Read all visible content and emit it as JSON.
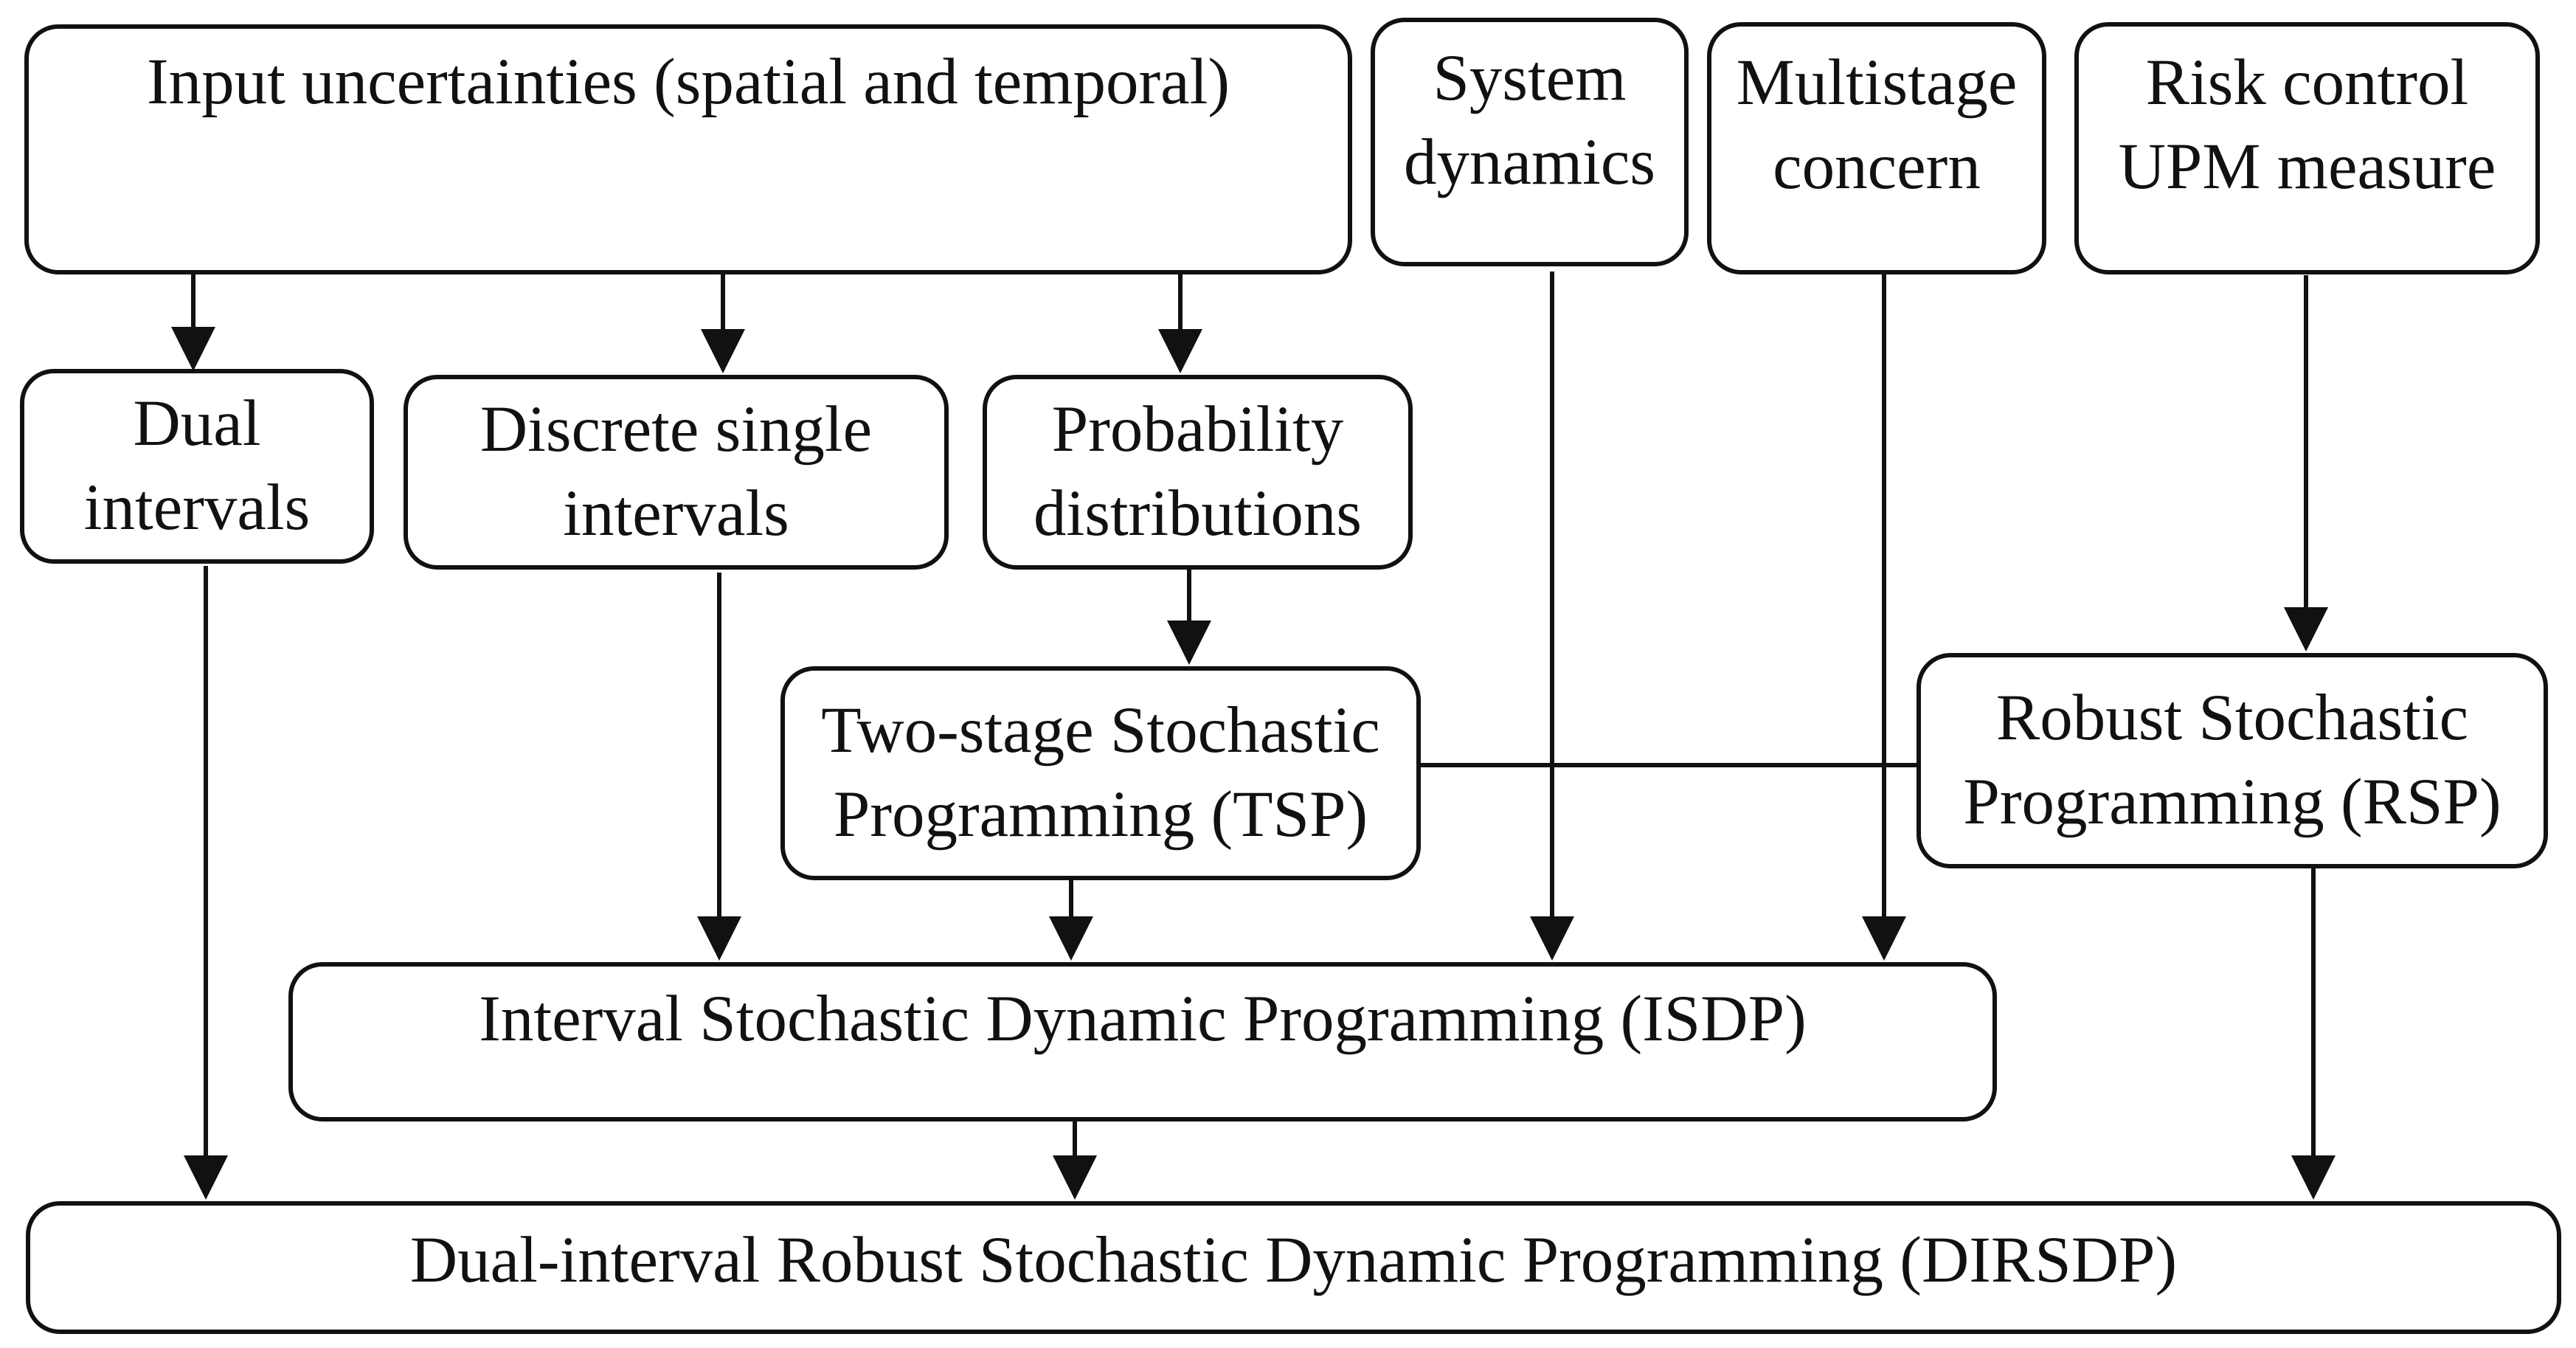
{
  "diagram": {
    "nodes": {
      "input": "Input uncertainties (spatial and temporal)",
      "system": "System\ndynamics",
      "multistage": "Multistage\nconcern",
      "risk": "Risk control\nUPM measure",
      "dual": "Dual\nintervals",
      "discrete": "Discrete single\nintervals",
      "prob": "Probability\ndistributions",
      "tsp": "Two-stage  Stochastic\nProgramming (TSP)",
      "rsp": "Robust Stochastic\nProgramming (RSP)",
      "isdp": "Interval Stochastic Dynamic Programming (ISDP)",
      "dirsdp": "Dual-interval Robust Stochastic Dynamic Programming (DIRSDP)"
    },
    "edges": [
      {
        "from": "input",
        "to": "dual"
      },
      {
        "from": "input",
        "to": "discrete"
      },
      {
        "from": "input",
        "to": "prob"
      },
      {
        "from": "prob",
        "to": "tsp"
      },
      {
        "from": "risk",
        "to": "rsp"
      },
      {
        "from": "tsp",
        "to": "rsp",
        "type": "line"
      },
      {
        "from": "discrete",
        "to": "isdp"
      },
      {
        "from": "tsp",
        "to": "isdp"
      },
      {
        "from": "system",
        "to": "isdp"
      },
      {
        "from": "multistage",
        "to": "isdp"
      },
      {
        "from": "dual",
        "to": "dirsdp"
      },
      {
        "from": "isdp",
        "to": "dirsdp"
      },
      {
        "from": "rsp",
        "to": "dirsdp"
      }
    ],
    "colors": {
      "stroke": "#111111",
      "fill": "#ffffff"
    }
  }
}
